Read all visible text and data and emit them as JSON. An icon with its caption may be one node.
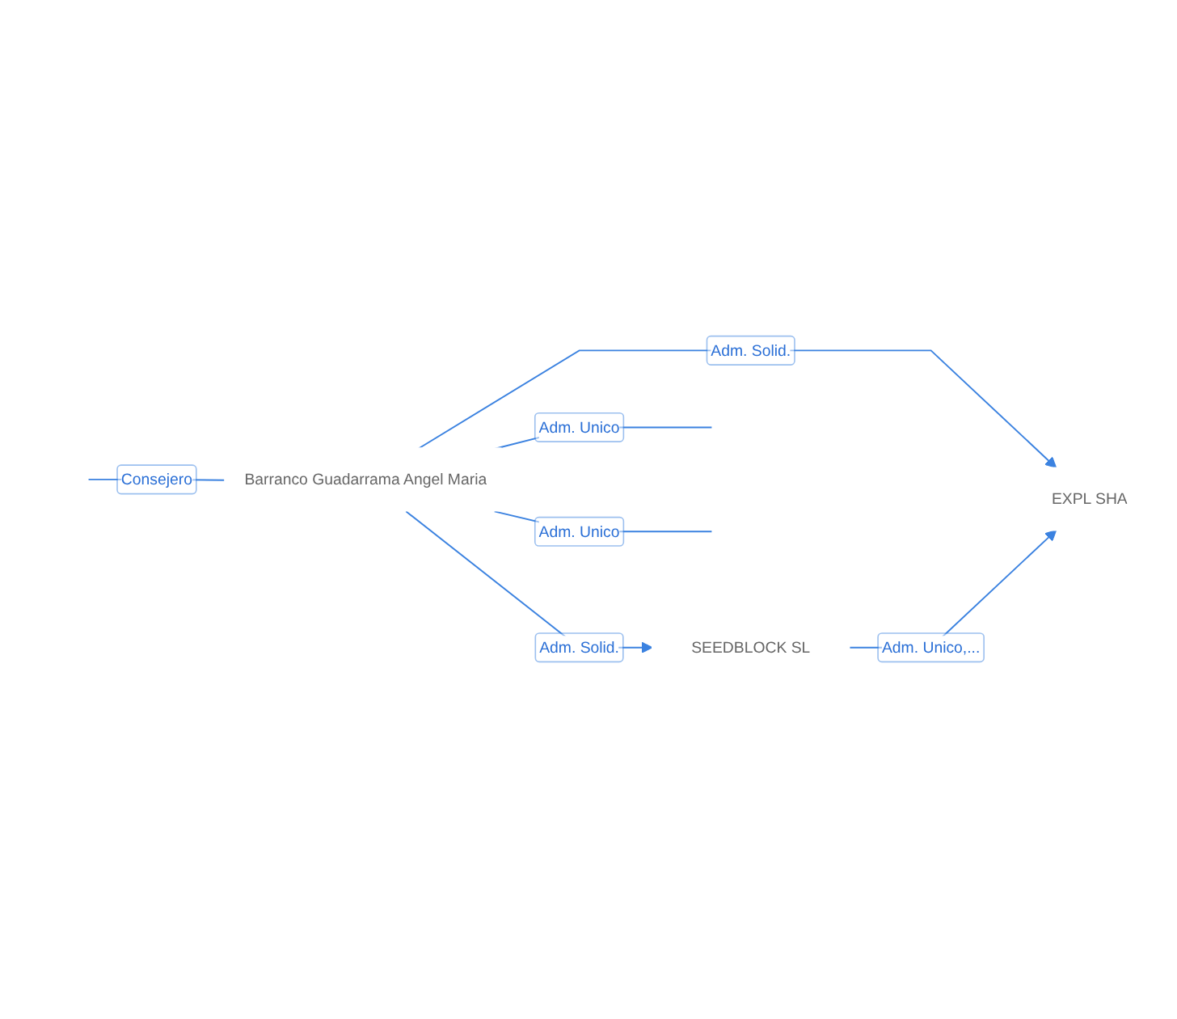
{
  "diagram": {
    "nodes": [
      {
        "text": [
          "Barranco Guadarrama Angel Maria"
        ]
      },
      {
        "text": [
          "SEEDBLOCK SL"
        ]
      },
      {
        "text": [
          "EXPL SHA"
        ]
      }
    ],
    "edges": [
      {
        "from": 0,
        "to": null,
        "label": "Adm. Unico",
        "arrow": "none"
      },
      {
        "from": 0,
        "to": null,
        "label": "Consejero",
        "arrow": "none"
      },
      {
        "from": 0,
        "to": 2,
        "label": "Adm. Solid.",
        "arrow": "to"
      },
      {
        "from": 0,
        "to": 1,
        "label": "Adm. Solid.",
        "arrow": "to"
      },
      {
        "from": 0,
        "to": null,
        "label": "Adm. Unico",
        "arrow": "none"
      },
      {
        "from": 1,
        "to": 2,
        "label": "Adm. Unico,...",
        "arrow": "to"
      }
    ]
  }
}
